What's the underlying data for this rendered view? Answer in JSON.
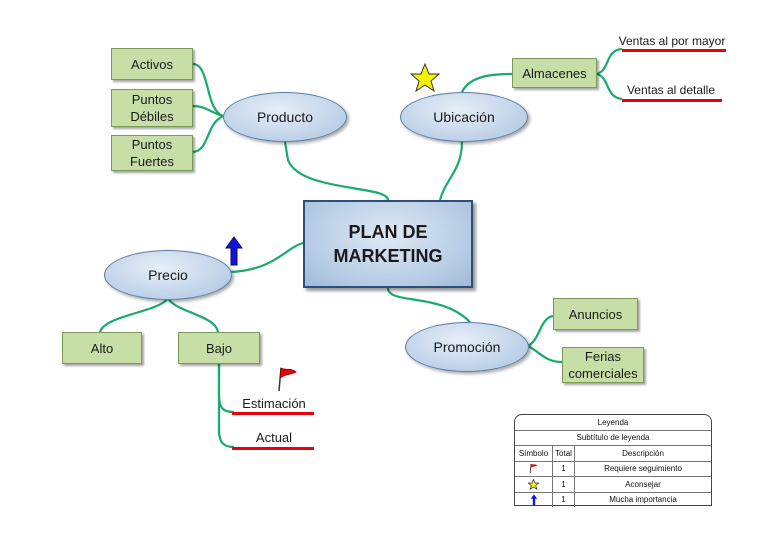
{
  "center": {
    "line1": "PLAN DE",
    "line2": "MARKETING"
  },
  "branches": {
    "producto": {
      "label": "Producto",
      "children": {
        "activos": "Activos",
        "puntos_debiles": [
          "Puntos",
          "Débiles"
        ],
        "puntos_fuertes": [
          "Puntos",
          "Fuertes"
        ]
      }
    },
    "ubicacion": {
      "label": "Ubicación",
      "almacenes": "Almacenes",
      "ventas_mayor": "Ventas al por mayor",
      "ventas_detalle": "Ventas  al detalle"
    },
    "precio": {
      "label": "Precio",
      "alto": "Alto",
      "bajo": "Bajo",
      "estimacion": "Estimación",
      "actual": "Actual"
    },
    "promocion": {
      "label": "Promoción",
      "anuncios": "Anuncios",
      "ferias": [
        "Ferias",
        "comerciales"
      ]
    }
  },
  "legend": {
    "title": "Leyenda",
    "subtitle": "Subtítulo de leyenda",
    "headers": {
      "symbol": "Símbolo",
      "total": "Total",
      "description": "Descripción"
    },
    "rows": [
      {
        "icon": "red-flag-icon",
        "total": "1",
        "description": "Requiere seguimiento"
      },
      {
        "icon": "yellow-star-icon",
        "total": "1",
        "description": "Aconsejar"
      },
      {
        "icon": "blue-arrow-up-icon",
        "total": "1",
        "description": "Mucha importancia"
      }
    ]
  },
  "colors": {
    "connector": "#1aaa6e",
    "leaf_underline": "#e8000b",
    "rect_fill": "#c7dfa6",
    "ellipse_fill": "#c3d5ea",
    "center_border": "#2f4f7a"
  }
}
